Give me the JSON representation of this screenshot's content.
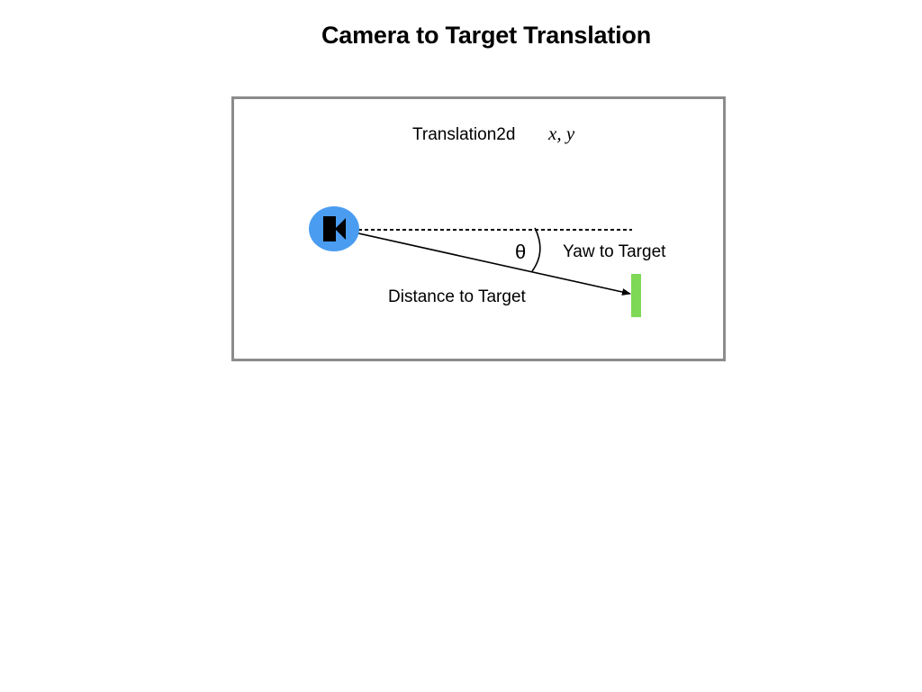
{
  "title": "Camera to Target Translation",
  "diagram": {
    "frame_label": "Translation2d",
    "frame_label_math": "x, y",
    "angle_symbol": "θ",
    "yaw_label": "Yaw to Target",
    "distance_label": "Distance to Target"
  },
  "colors": {
    "frame_border": "#8c8c8c",
    "camera_disc": "#4a9cf0",
    "camera_icon": "#000000",
    "target": "#7ed957",
    "lines": "#000000"
  },
  "icons": {
    "camera": "video-camera-icon",
    "target": "target-marker"
  }
}
